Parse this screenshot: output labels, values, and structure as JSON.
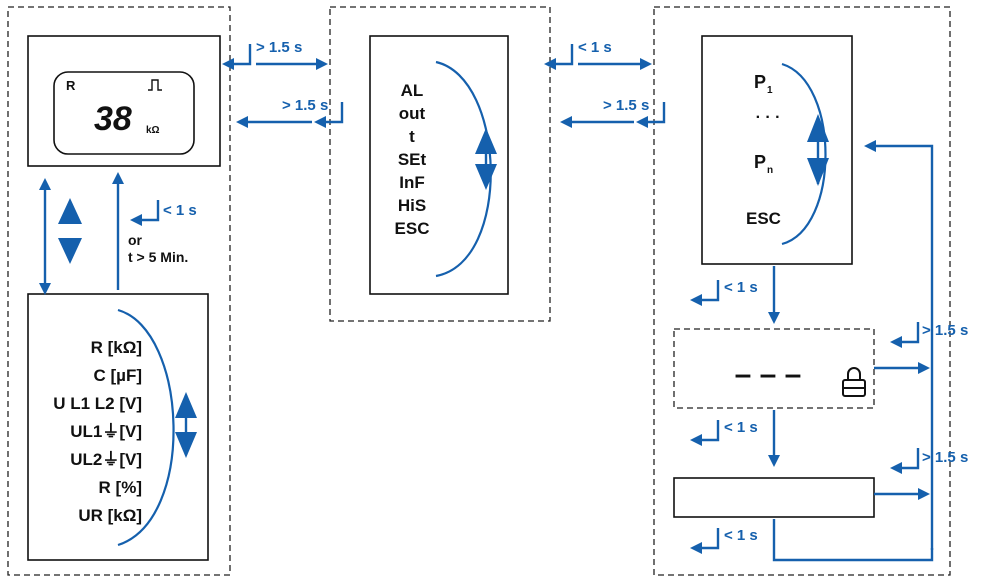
{
  "colors": {
    "accent": "#1560ad",
    "outline": "#111111"
  },
  "display": {
    "mode_label": "R",
    "value": "38",
    "unit": "kΩ",
    "pulse_icon": "square-pulse-icon"
  },
  "measurements": [
    "R [kΩ]",
    "C [µF]",
    "U L1 L2 [V]",
    "UL1⏚[V]",
    "UL2⏚[V]",
    "R [%]",
    "UR [kΩ]"
  ],
  "menu": [
    "AL",
    "out",
    "t",
    "SEt",
    "InF",
    "HiS",
    "ESC"
  ],
  "params": {
    "p1_letter": "P",
    "p1_sub": "1",
    "dots": "· · ·",
    "pn_letter": "P",
    "pn_sub": "n",
    "esc": "ESC"
  },
  "code_entry": {
    "placeholder": "– – –",
    "lock_icon": "padlock-icon"
  },
  "timings": {
    "top_right": "> 1.5 s",
    "top_left": "> 1.5 s",
    "menu_right": "< 1 s",
    "menu_left": "> 1.5 s",
    "return_short": "< 1 s",
    "or_text": "or",
    "timeout": "t > 5 Min.",
    "params_down": "< 1 s",
    "code_back": "> 1.5 s",
    "code_down": "< 1 s",
    "edit_back": "> 1.5 s",
    "edit_confirm": "< 1 s"
  }
}
